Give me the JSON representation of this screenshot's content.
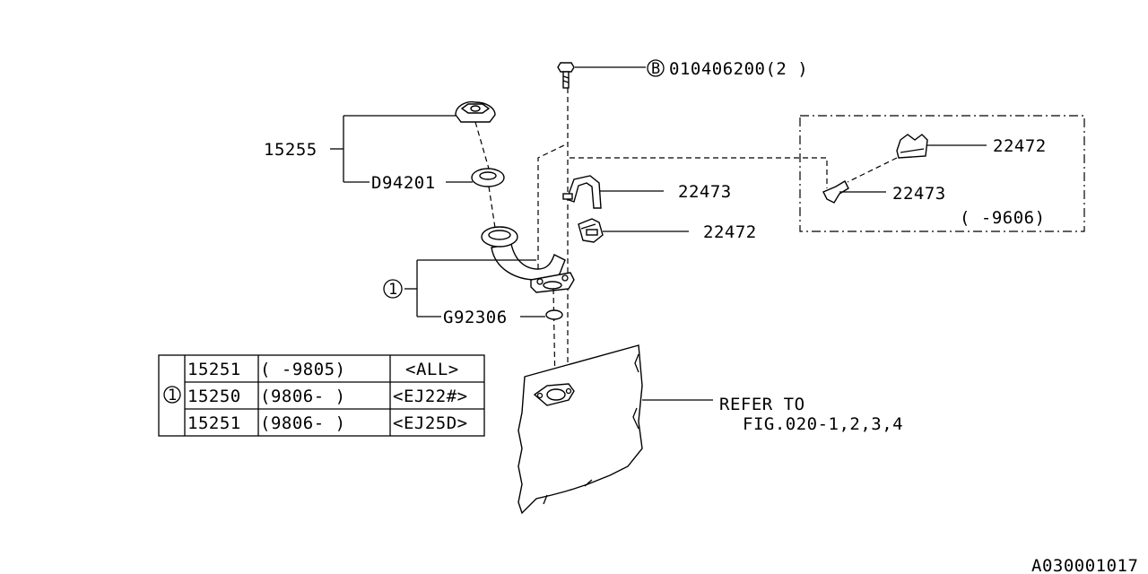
{
  "callouts": {
    "bolt": "010406200(2 )",
    "bolt_badge": "B",
    "cap_group": "15255",
    "gasket": "D94201",
    "clip_upper": "22473",
    "clip_lower": "22472",
    "inset_clip_a": "22472",
    "inset_clip_b": "22473",
    "inset_note": "(   -9606)",
    "assembly_badge": "1",
    "o_ring": "G92306",
    "refer_line1": "REFER TO",
    "refer_line2": "FIG.020-1,2,3,4"
  },
  "table": {
    "badge": "1",
    "rows": [
      {
        "part": "15251",
        "date": "(      -9805)",
        "spec": "<ALL>"
      },
      {
        "part": "15250",
        "date": "(9806-      )",
        "spec": "<EJ22#>"
      },
      {
        "part": "15251",
        "date": "(9806-      )",
        "spec": "<EJ25D>"
      }
    ]
  },
  "figure_id": "A030001017"
}
